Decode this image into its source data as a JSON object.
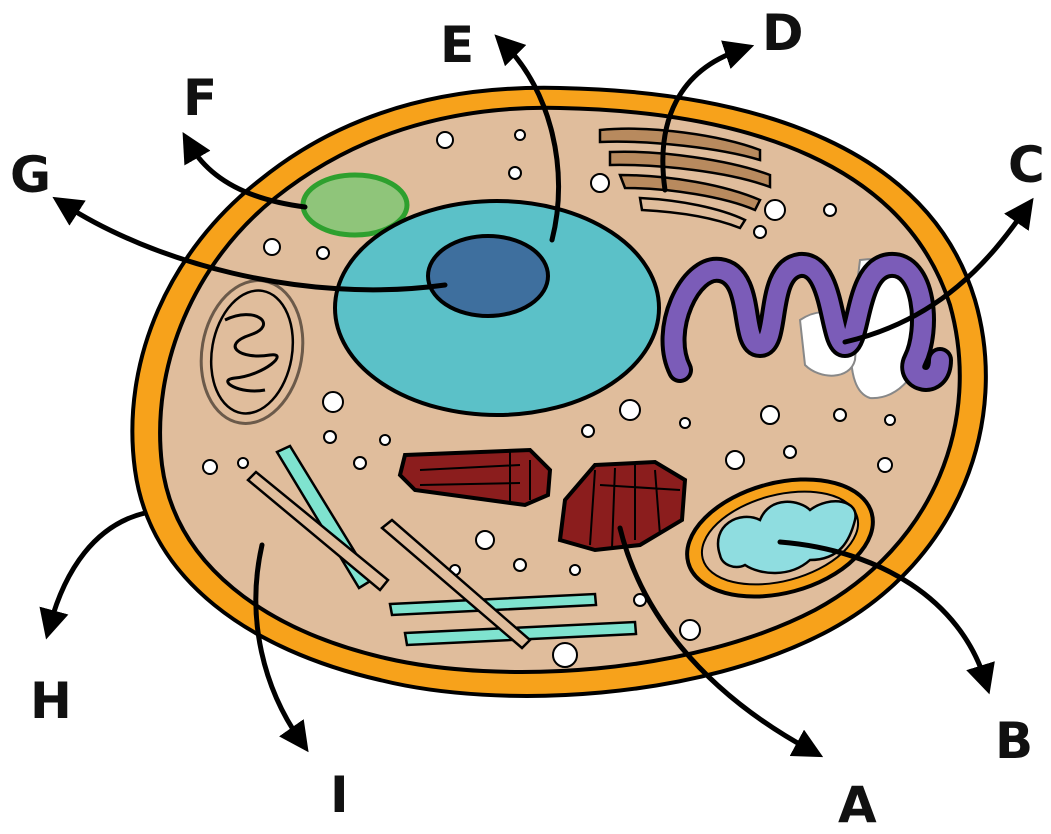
{
  "labels": {
    "a": "A",
    "b": "B",
    "c": "C",
    "d": "D",
    "e": "E",
    "f": "F",
    "g": "G",
    "h": "H",
    "i": "I"
  },
  "colors": {
    "membrane": "#f7a21b",
    "cytoplasm": "#e0bd9c",
    "nucleus": "#5bc1c8",
    "nucleolus": "#3e6f9e",
    "lysosome": "#8fc57a",
    "golgi": "#b88a5e",
    "er": "#7b5cb8",
    "centriole": "#8b1d1d",
    "mito_orange": "#f7a21b",
    "mito_inner": "#8fdde0",
    "microtubule": "#7fe3cf"
  }
}
